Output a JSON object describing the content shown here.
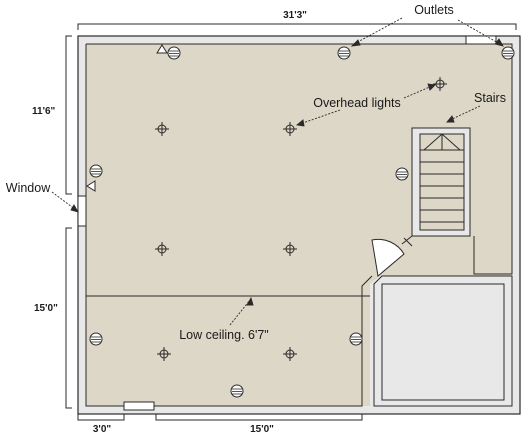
{
  "dimensions": {
    "top": "31'3\"",
    "left_upper": "11'6\"",
    "left_lower": "15'0\"",
    "bottom_left": "3'0\"",
    "bottom_right": "15'0\""
  },
  "labels": {
    "outlets": "Outlets",
    "overhead_lights": "Overhead lights",
    "stairs": "Stairs",
    "window": "Window",
    "low_ceiling": "Low ceiling. 6'7\""
  },
  "symbols": {
    "outlet": "outlet-icon",
    "overhead_light": "overhead-light-icon",
    "phone_jack": "triangle-jack-icon"
  },
  "colors": {
    "floor": "#ddd7c7",
    "wall": "#e8e8e8",
    "line": "#2a2a2a",
    "page": "#ffffff"
  }
}
